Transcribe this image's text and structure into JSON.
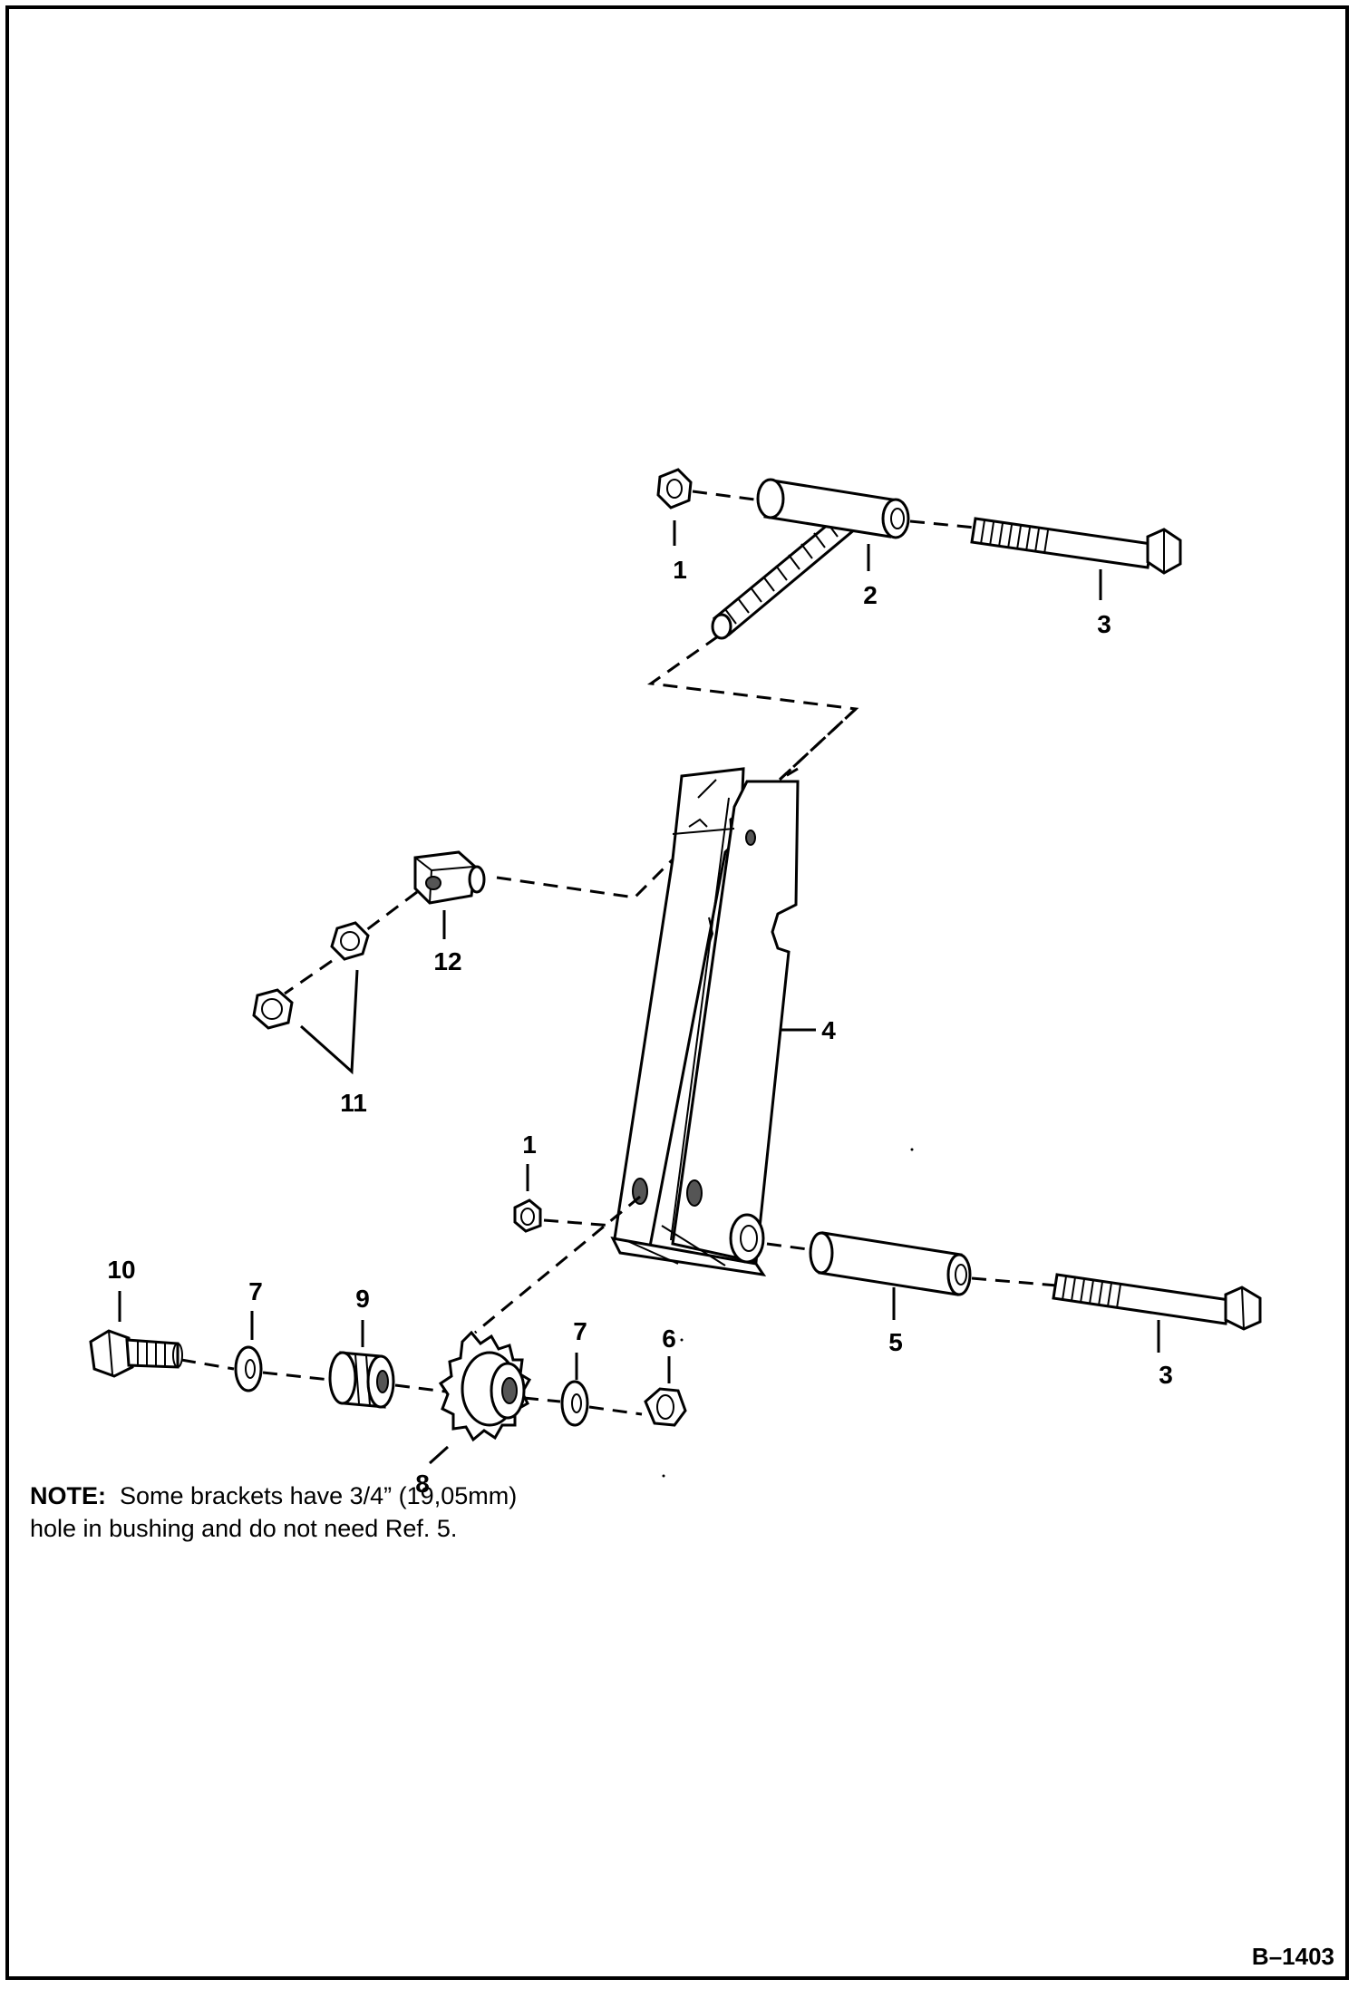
{
  "callouts": {
    "c1_top": "1",
    "c2": "2",
    "c3_top": "3",
    "c4": "4",
    "c12": "12",
    "c11": "11",
    "c1_mid": "1",
    "c5": "5",
    "c3_bottom": "3",
    "c10": "10",
    "c7_left": "7",
    "c9": "9",
    "c8": "8",
    "c7_right": "7",
    "c6": "6"
  },
  "note": {
    "label": "NOTE:",
    "line1": "Some brackets have 3/4” (19,05mm)",
    "line2": "hole in bushing and do not need Ref. 5."
  },
  "figure_code": "B–1403"
}
